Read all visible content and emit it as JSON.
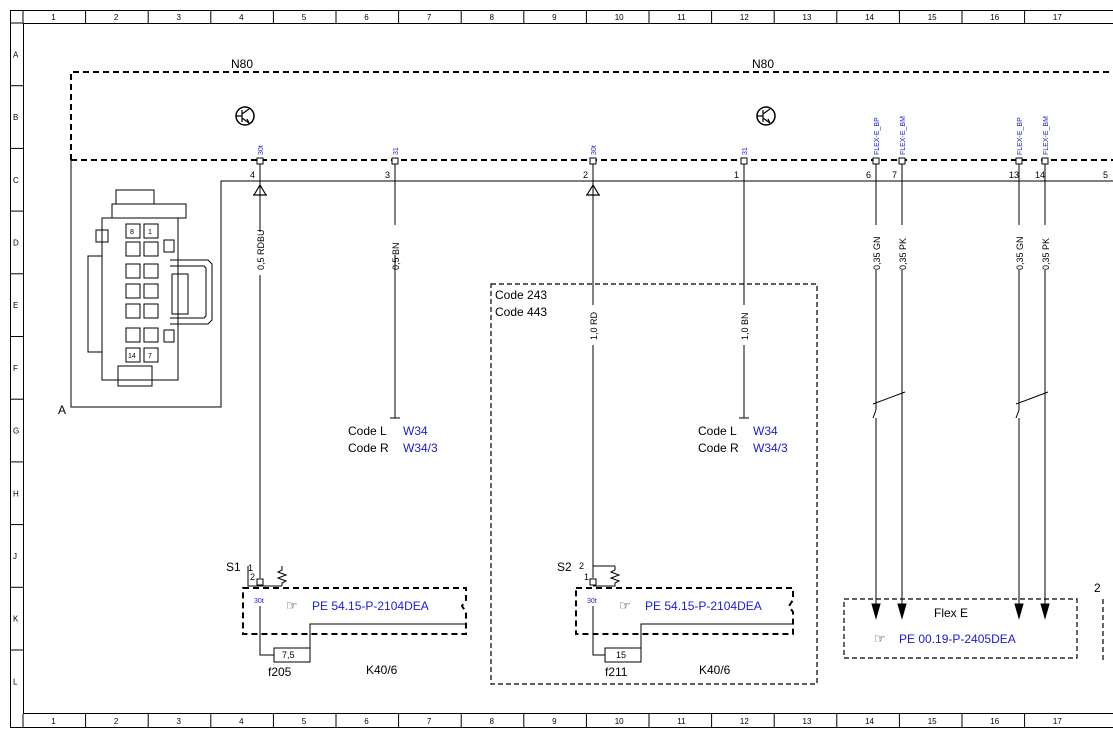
{
  "grid": {
    "columns": [
      "1",
      "2",
      "3",
      "4",
      "5",
      "6",
      "7",
      "8",
      "9",
      "10",
      "11",
      "12",
      "13",
      "14",
      "15",
      "16",
      "17"
    ],
    "rows": [
      "A",
      "B",
      "C",
      "D",
      "E",
      "F",
      "G",
      "H",
      "J",
      "K",
      "L"
    ]
  },
  "module": {
    "label_left": "N80",
    "label_right": "N80",
    "connector_label": "A"
  },
  "connector_pins": {
    "top_pair": [
      "8",
      "1"
    ],
    "bottom_pair": [
      "14",
      "7"
    ]
  },
  "terminals": [
    {
      "id": "t4",
      "pin": "4",
      "tag": "30t",
      "wire": "0,5 RDBU"
    },
    {
      "id": "t3",
      "pin": "3",
      "tag": "31",
      "wire": "0,5 BN"
    },
    {
      "id": "t2",
      "pin": "2",
      "tag": "30t",
      "wire": "1,0 RD"
    },
    {
      "id": "t1",
      "pin": "1",
      "tag": "31",
      "wire": "1,0 BN"
    },
    {
      "id": "t6",
      "pin": "6",
      "tag": "FLEX-E_BP",
      "wire": "0,35 GN"
    },
    {
      "id": "t7",
      "pin": "7",
      "tag": "FLEX-E_BM",
      "wire": "0,35 PK"
    },
    {
      "id": "t13",
      "pin": "13",
      "tag": "FLEX-E_BP",
      "wire": "0,35 GN"
    },
    {
      "id": "t14",
      "pin": "14",
      "tag": "FLEX-E_BM",
      "wire": "0,35 PK"
    },
    {
      "id": "t5",
      "pin": "5",
      "tag": "",
      "wire": ""
    }
  ],
  "ground_refs": [
    {
      "code_l": "Code L",
      "ref_l": "W34",
      "code_r": "Code R",
      "ref_r": "W34/3"
    },
    {
      "code_l": "Code L",
      "ref_l": "W34",
      "code_r": "Code R",
      "ref_r": "W34/3"
    }
  ],
  "code_box": {
    "line1": "Code 243",
    "line2": "Code 443"
  },
  "fuse_blocks": [
    {
      "switch": "S1",
      "switch_pin": "1",
      "switch_pin2": "2",
      "tag": "30t",
      "ref": "PE 54.15-P-2104DEA",
      "fuse_value": "7,5",
      "fuse": "f205",
      "relay": "K40/6"
    },
    {
      "switch": "S2",
      "switch_pin": "1",
      "switch_pin2": "2",
      "tag": "30t",
      "ref": "PE 54.15-P-2104DEA",
      "fuse_value": "15",
      "fuse": "f211",
      "relay": "K40/6"
    }
  ],
  "flex_box": {
    "title": "Flex E",
    "ref": "PE 00.19-P-2405DEA"
  },
  "edge_number": "2",
  "colors": {
    "line": "#000000",
    "reference": "#1a1adb",
    "background": "#ffffff"
  },
  "icons": [
    "transistor-icon",
    "pointing-hand-icon",
    "resistor-icon",
    "fuse-icon",
    "ground-icon"
  ]
}
